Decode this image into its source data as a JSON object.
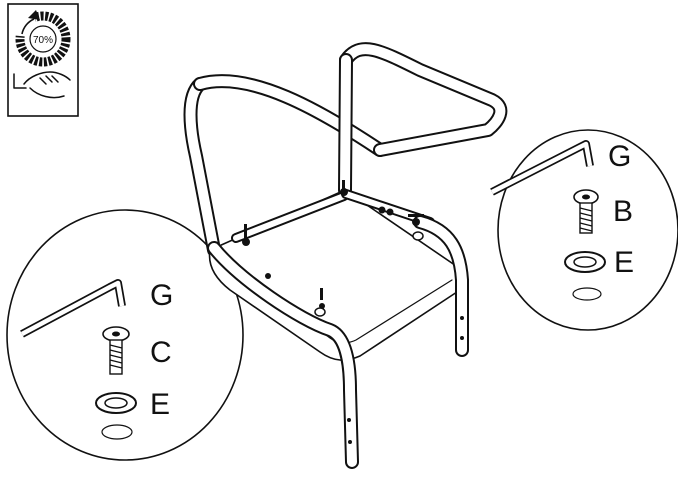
{
  "torque_panel": {
    "percent": "70%",
    "icon_top": "rotation-gauge-icon",
    "icon_bottom": "hand-tightening-icon"
  },
  "callout_right": {
    "tool_label": "G",
    "bolt_label": "B",
    "washer_label": "E"
  },
  "callout_left": {
    "tool_label": "G",
    "bolt_label": "C",
    "washer_label": "E"
  },
  "colors": {
    "line": "#111111",
    "background": "#ffffff"
  }
}
